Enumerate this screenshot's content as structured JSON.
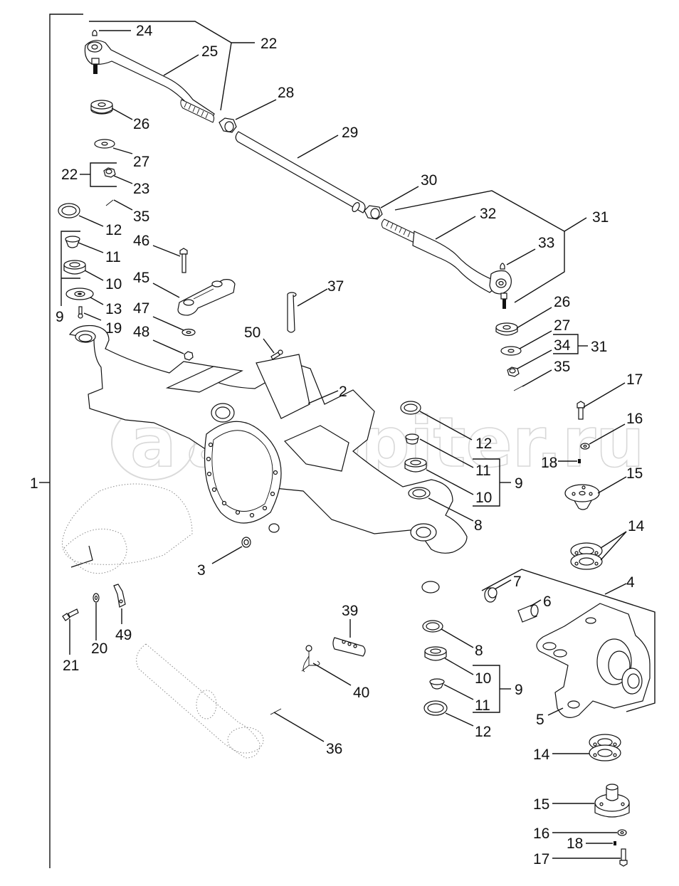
{
  "diagram": {
    "type": "exploded-parts",
    "subject": "front axle assembly",
    "watermark": "autopiter.ru",
    "watermark_logo": "a"
  },
  "labels": {
    "p1": "1",
    "p2": "2",
    "p3": "3",
    "p4": "4",
    "p5": "5",
    "p6": "6",
    "p7": "7",
    "p8_r": "8",
    "p8_b": "8",
    "p9_l": "9",
    "p9_r": "9",
    "p9_b": "9",
    "p10_l": "10",
    "p10_r": "10",
    "p10_b": "10",
    "p11_l": "11",
    "p11_r": "11",
    "p11_b": "11",
    "p12_l": "12",
    "p12_r": "12",
    "p12_b": "12",
    "p13": "13",
    "p14_r": "14",
    "p14_b": "14",
    "p15_r": "15",
    "p15_b": "15",
    "p16_r": "16",
    "p16_b": "16",
    "p17_r": "17",
    "p17_b": "17",
    "p18_r": "18",
    "p18_b": "18",
    "p19": "19",
    "p20": "20",
    "p21": "21",
    "p22_top": "22",
    "p22_left": "22",
    "p23": "23",
    "p24": "24",
    "p25": "25",
    "p26_l": "26",
    "p26_r": "26",
    "p27_l": "27",
    "p27_r": "27",
    "p28": "28",
    "p29": "29",
    "p30": "30",
    "p31_top": "31",
    "p31_side": "31",
    "p32": "32",
    "p33": "33",
    "p34": "34",
    "p35_l": "35",
    "p35_r": "35",
    "p36": "36",
    "p37": "37",
    "p39": "39",
    "p40": "40",
    "p45": "45",
    "p46": "46",
    "p47": "47",
    "p48": "48",
    "p49": "49",
    "p50": "50"
  },
  "parts": [
    {
      "ref": "1",
      "name": "front axle assembly"
    },
    {
      "ref": "2",
      "name": "axle housing"
    },
    {
      "ref": "3",
      "name": "grease fitting"
    },
    {
      "ref": "4",
      "name": "steering knuckle assembly"
    },
    {
      "ref": "5",
      "name": "steering knuckle"
    },
    {
      "ref": "6",
      "name": "bushing"
    },
    {
      "ref": "7",
      "name": "seal"
    },
    {
      "ref": "8",
      "name": "washer"
    },
    {
      "ref": "9",
      "name": "bearing kit"
    },
    {
      "ref": "10",
      "name": "bearing"
    },
    {
      "ref": "11",
      "name": "bearing cone"
    },
    {
      "ref": "12",
      "name": "seal ring"
    },
    {
      "ref": "13",
      "name": "seal"
    },
    {
      "ref": "14",
      "name": "shim"
    },
    {
      "ref": "15",
      "name": "king pin cap"
    },
    {
      "ref": "16",
      "name": "washer"
    },
    {
      "ref": "17",
      "name": "bolt"
    },
    {
      "ref": "18",
      "name": "grease nipple"
    },
    {
      "ref": "19",
      "name": "screw"
    },
    {
      "ref": "20",
      "name": "washer"
    },
    {
      "ref": "21",
      "name": "bolt"
    },
    {
      "ref": "22",
      "name": "tie rod end assembly (left)"
    },
    {
      "ref": "23",
      "name": "castle nut"
    },
    {
      "ref": "24",
      "name": "grease fitting"
    },
    {
      "ref": "25",
      "name": "tie rod end (left)"
    },
    {
      "ref": "26",
      "name": "dust boot ring"
    },
    {
      "ref": "27",
      "name": "washer"
    },
    {
      "ref": "28",
      "name": "jam nut"
    },
    {
      "ref": "29",
      "name": "tie rod tube"
    },
    {
      "ref": "30",
      "name": "jam nut"
    },
    {
      "ref": "31",
      "name": "tie rod end assembly (right)"
    },
    {
      "ref": "32",
      "name": "tie rod end (right)"
    },
    {
      "ref": "33",
      "name": "grease fitting"
    },
    {
      "ref": "34",
      "name": "castle nut"
    },
    {
      "ref": "35",
      "name": "cotter pin"
    },
    {
      "ref": "36",
      "name": "cotter pin"
    },
    {
      "ref": "37",
      "name": "pivot pin"
    },
    {
      "ref": "39",
      "name": "shield"
    },
    {
      "ref": "40",
      "name": "sensor"
    },
    {
      "ref": "45",
      "name": "bracket"
    },
    {
      "ref": "46",
      "name": "bolt"
    },
    {
      "ref": "47",
      "name": "washer"
    },
    {
      "ref": "48",
      "name": "nut"
    },
    {
      "ref": "49",
      "name": "bracket"
    },
    {
      "ref": "50",
      "name": "screw"
    }
  ],
  "colors": {
    "line": "#111111",
    "phantom": "#8a8a8a",
    "watermark": "#d8d8d8",
    "background": "#ffffff"
  }
}
